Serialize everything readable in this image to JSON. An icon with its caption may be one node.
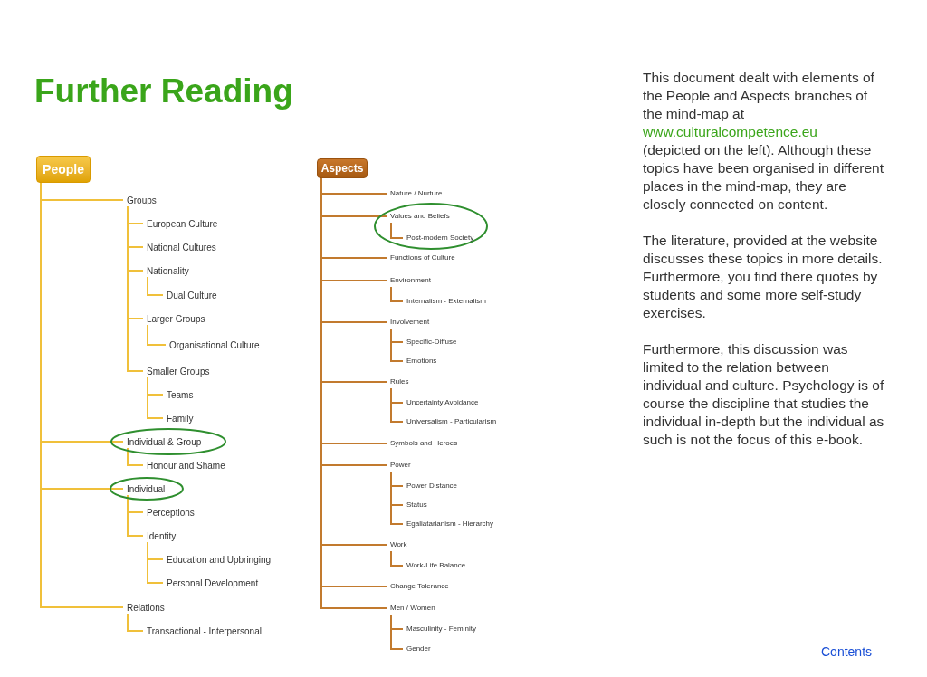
{
  "diagram": {
    "title": "Further Reading",
    "nodes": [
      {
        "text": [
          "People"
        ]
      },
      {
        "text": [
          "Groups"
        ]
      },
      {
        "text": [
          "European Culture"
        ]
      },
      {
        "text": [
          "National Cultures"
        ]
      },
      {
        "text": [
          "Nationality"
        ]
      },
      {
        "text": [
          "Dual Culture"
        ]
      },
      {
        "text": [
          "Larger Groups"
        ]
      },
      {
        "text": [
          "Organisational Culture"
        ]
      },
      {
        "text": [
          "Smaller Groups"
        ]
      },
      {
        "text": [
          "Teams"
        ]
      },
      {
        "text": [
          "Family"
        ]
      },
      {
        "text": [
          "Individual & Group"
        ]
      },
      {
        "text": [
          "Honour and Shame"
        ]
      },
      {
        "text": [
          "Individual"
        ]
      },
      {
        "text": [
          "Perceptions"
        ]
      },
      {
        "text": [
          "Identity"
        ]
      },
      {
        "text": [
          "Education and Upbringing"
        ]
      },
      {
        "text": [
          "Personal Development"
        ]
      },
      {
        "text": [
          "Relations"
        ]
      },
      {
        "text": [
          "Transactional - Interpersonal"
        ]
      },
      {
        "text": [
          "Aspects"
        ]
      },
      {
        "text": [
          "Nature / Nurture"
        ]
      },
      {
        "text": [
          "Values and Beliefs"
        ]
      },
      {
        "text": [
          "Post-modern Society"
        ]
      },
      {
        "text": [
          "Functions of Culture"
        ]
      },
      {
        "text": [
          "Environment"
        ]
      },
      {
        "text": [
          "Internalism - Externalism"
        ]
      },
      {
        "text": [
          "Involvement"
        ]
      },
      {
        "text": [
          "Specific-Diffuse"
        ]
      },
      {
        "text": [
          "Emotions"
        ]
      },
      {
        "text": [
          "Rules"
        ]
      },
      {
        "text": [
          "Uncertainty Avoidance"
        ]
      },
      {
        "text": [
          "Universalism - Particularism"
        ]
      },
      {
        "text": [
          "Symbols and Heroes"
        ]
      },
      {
        "text": [
          "Power"
        ]
      },
      {
        "text": [
          "Power Distance"
        ]
      },
      {
        "text": [
          "Status"
        ]
      },
      {
        "text": [
          "Egaliatarianism - Hierarchy"
        ]
      },
      {
        "text": [
          "Work"
        ]
      },
      {
        "text": [
          "Work-Life Balance"
        ]
      },
      {
        "text": [
          "Change Tolerance"
        ]
      },
      {
        "text": [
          "Men / Women"
        ]
      },
      {
        "text": [
          "Masculinity - Feminity"
        ]
      },
      {
        "text": [
          "Gender"
        ]
      }
    ],
    "edges": [
      {
        "from": 0,
        "to": 1,
        "arrow": "none",
        "color": "#f0c03a"
      },
      {
        "from": 1,
        "to": 2,
        "arrow": "none",
        "color": "#f0c03a"
      },
      {
        "from": 1,
        "to": 3,
        "arrow": "none",
        "color": "#f0c03a"
      },
      {
        "from": 1,
        "to": 4,
        "arrow": "none",
        "color": "#f0c03a"
      },
      {
        "from": 4,
        "to": 5,
        "arrow": "none",
        "color": "#f0c03a"
      },
      {
        "from": 1,
        "to": 6,
        "arrow": "none",
        "color": "#f0c03a"
      },
      {
        "from": 6,
        "to": 7,
        "arrow": "none",
        "color": "#f0c03a"
      },
      {
        "from": 1,
        "to": 8,
        "arrow": "none",
        "color": "#f0c03a"
      },
      {
        "from": 8,
        "to": 9,
        "arrow": "none",
        "color": "#f0c03a"
      },
      {
        "from": 8,
        "to": 10,
        "arrow": "none",
        "color": "#f0c03a"
      },
      {
        "from": 0,
        "to": 11,
        "arrow": "none",
        "color": "#f0c03a"
      },
      {
        "from": 11,
        "to": 12,
        "arrow": "none",
        "color": "#f0c03a"
      },
      {
        "from": 0,
        "to": 13,
        "arrow": "none",
        "color": "#f0c03a"
      },
      {
        "from": 13,
        "to": 14,
        "arrow": "none",
        "color": "#f0c03a"
      },
      {
        "from": 13,
        "to": 15,
        "arrow": "none",
        "color": "#f0c03a"
      },
      {
        "from": 15,
        "to": 16,
        "arrow": "none",
        "color": "#f0c03a"
      },
      {
        "from": 15,
        "to": 17,
        "arrow": "none",
        "color": "#f0c03a"
      },
      {
        "from": 0,
        "to": 18,
        "arrow": "none",
        "color": "#f0c03a"
      },
      {
        "from": 18,
        "to": 19,
        "arrow": "none",
        "color": "#f0c03a"
      },
      {
        "from": 20,
        "to": 21,
        "arrow": "none"
      },
      {
        "from": 20,
        "to": 22,
        "arrow": "none"
      },
      {
        "from": 22,
        "to": 23,
        "arrow": "none"
      },
      {
        "from": 20,
        "to": 24,
        "arrow": "none"
      },
      {
        "from": 20,
        "to": 25,
        "arrow": "none"
      },
      {
        "from": 25,
        "to": 26,
        "arrow": "none"
      },
      {
        "from": 20,
        "to": 27,
        "arrow": "none"
      },
      {
        "from": 27,
        "to": 28,
        "arrow": "none"
      },
      {
        "from": 27,
        "to": 29,
        "arrow": "none"
      },
      {
        "from": 20,
        "to": 30,
        "arrow": "none"
      },
      {
        "from": 30,
        "to": 31,
        "arrow": "none"
      },
      {
        "from": 30,
        "to": 32,
        "arrow": "none"
      },
      {
        "from": 20,
        "to": 33,
        "arrow": "none"
      },
      {
        "from": 20,
        "to": 34,
        "arrow": "none"
      },
      {
        "from": 34,
        "to": 35,
        "arrow": "none"
      },
      {
        "from": 34,
        "to": 36,
        "arrow": "none"
      },
      {
        "from": 34,
        "to": 37,
        "arrow": "none"
      },
      {
        "from": 20,
        "to": 38,
        "arrow": "none"
      },
      {
        "from": 38,
        "to": 39,
        "arrow": "none"
      },
      {
        "from": 20,
        "to": 40,
        "arrow": "none"
      },
      {
        "from": 20,
        "to": 41,
        "arrow": "none"
      },
      {
        "from": 41,
        "to": 42,
        "arrow": "none"
      },
      {
        "from": 41,
        "to": 43,
        "arrow": "none"
      }
    ],
    "labels": [
      "This document dealt with elements of the People and Aspects branches of the mind-map at",
      "www.culturalcompetence.eu",
      "(depicted on the left). Although these topics have been organised in different places in the mind-map, they are closely connected on content.",
      "The literature, provided at the website discusses these topics in more details. Furthermore, you find there quotes by students and some more self-study exercises.",
      "Furthermore, this discussion was limited to the relation between individual and culture. Psychology is of course the discipline that studies the individual in-depth but the individual as such is not the focus of this e-book.",
      "Contents"
    ]
  }
}
